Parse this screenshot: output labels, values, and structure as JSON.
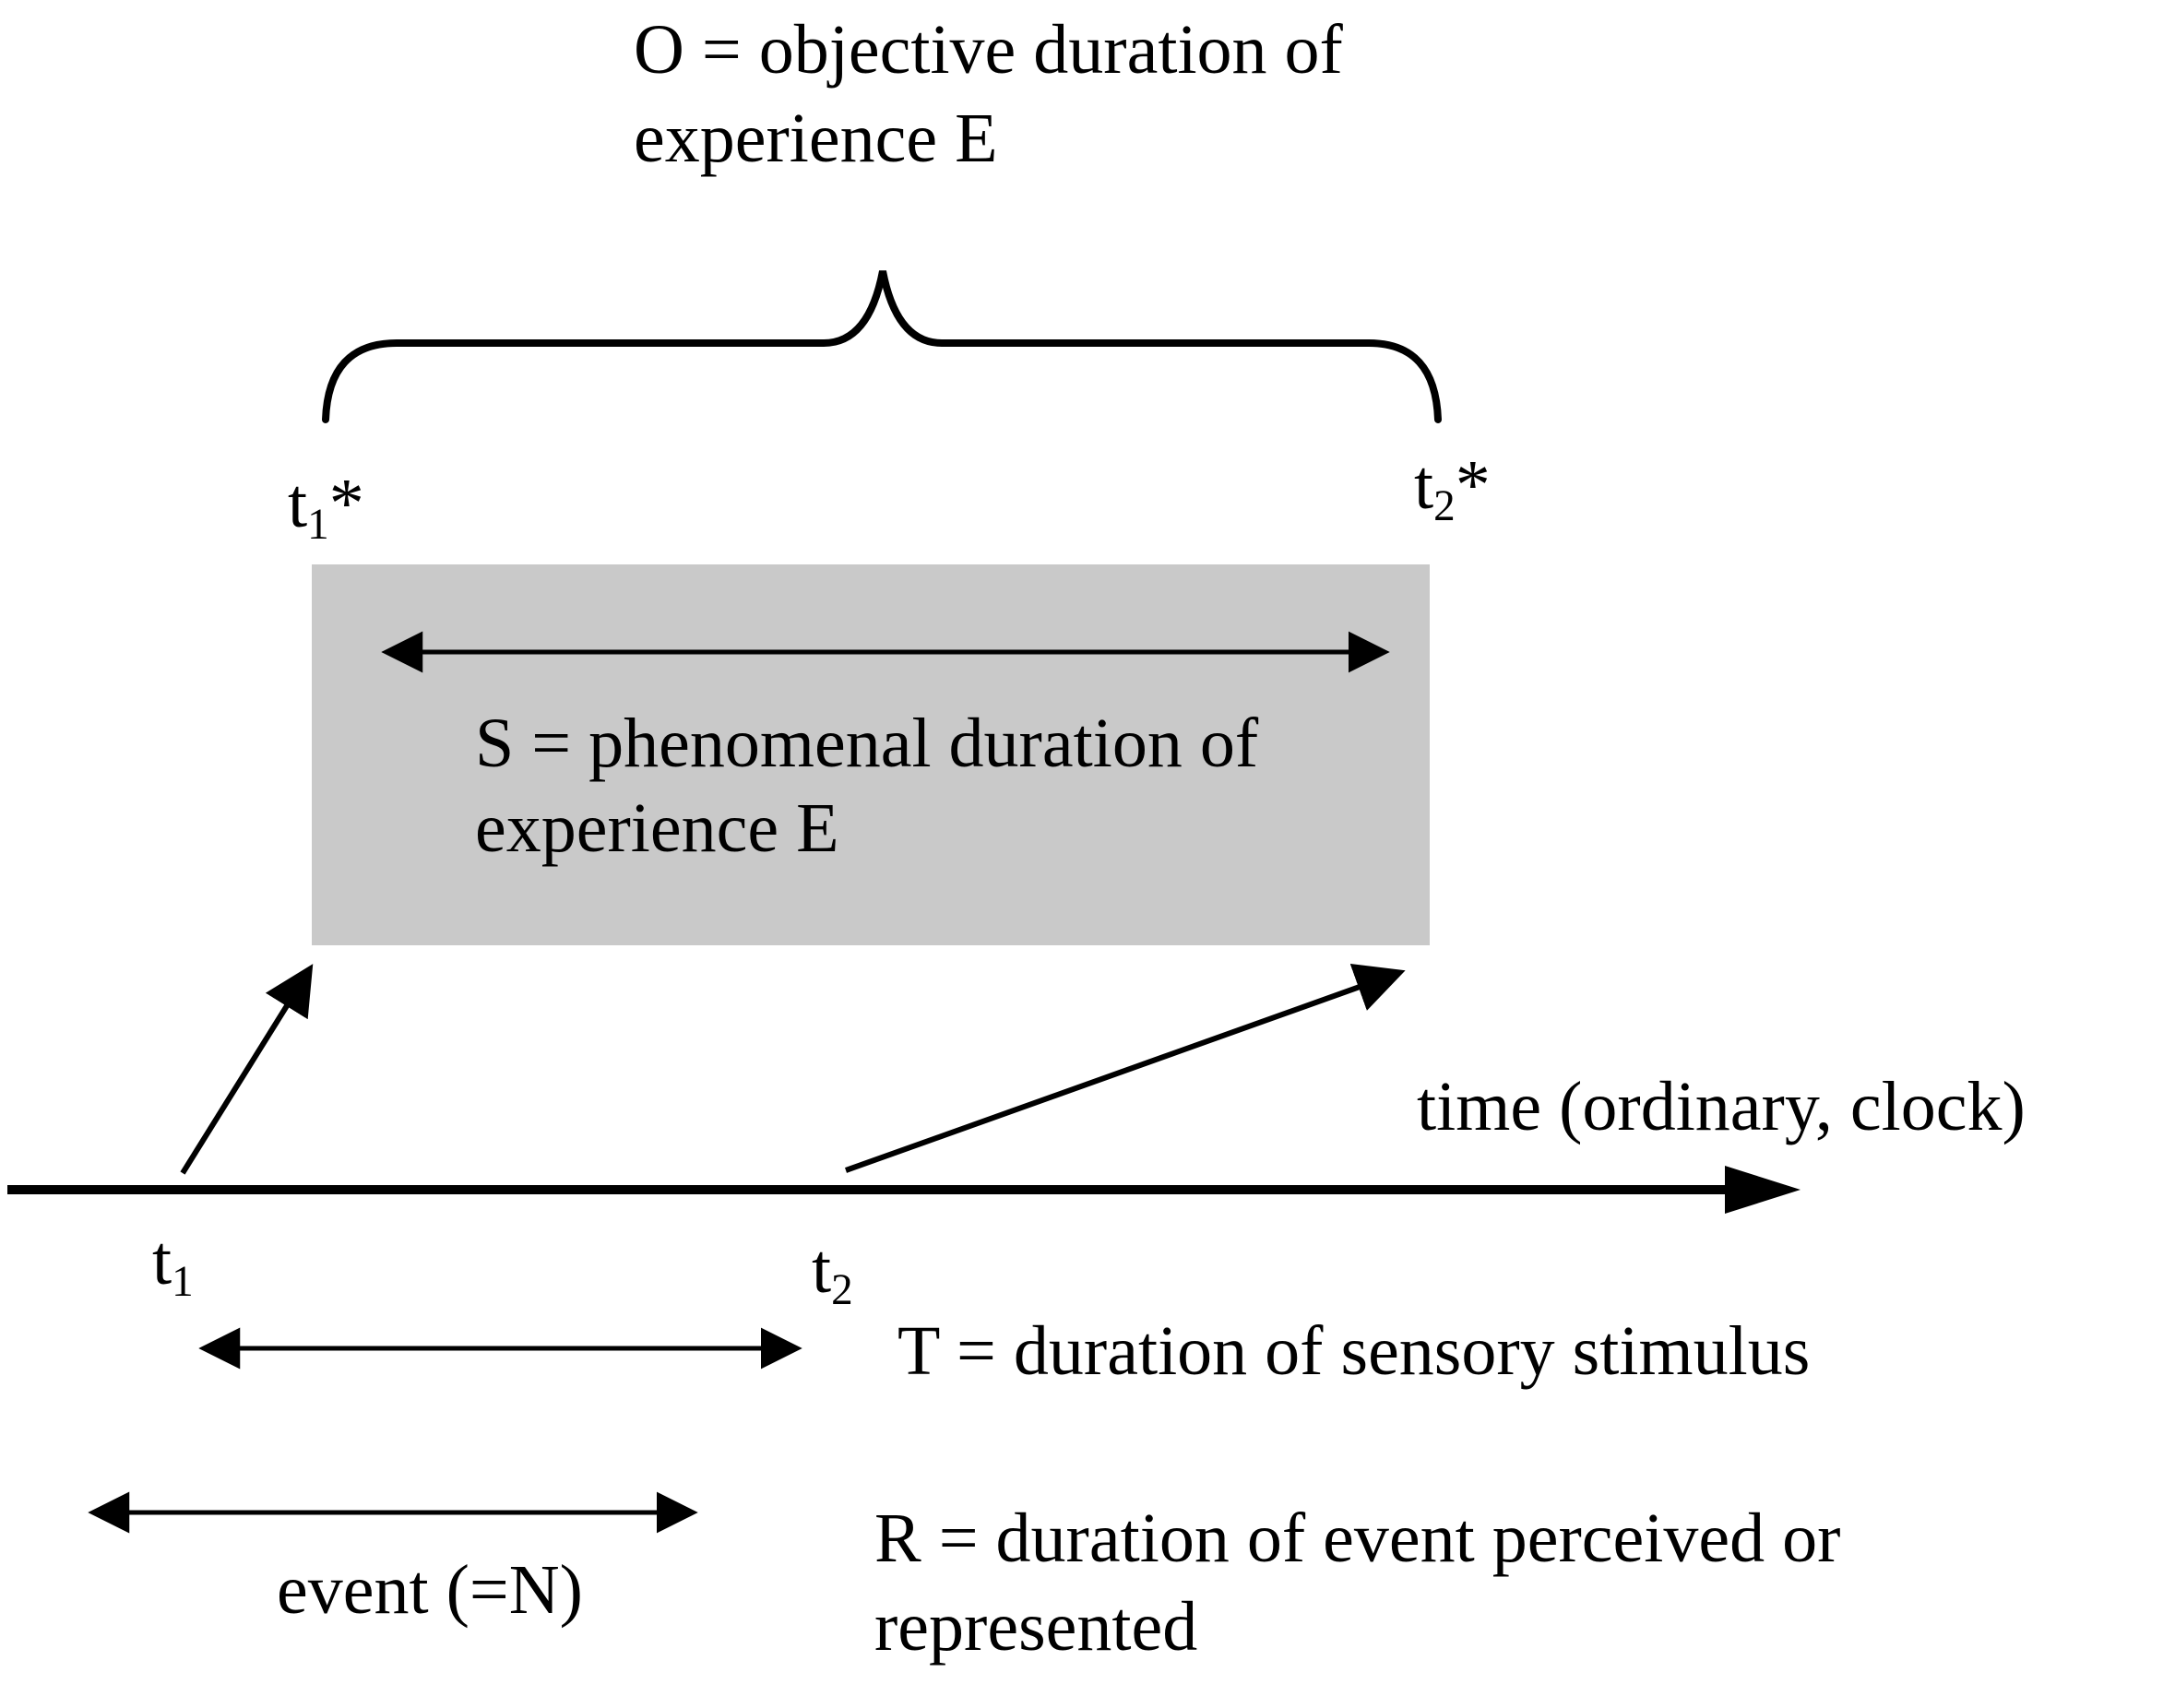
{
  "figure": {
    "objective": {
      "line1": "O = objective duration of",
      "line2": "experience E"
    },
    "phenomenal": {
      "line1": "S = phenomenal duration of",
      "line2": "experience E"
    },
    "time_axis_label": "time (ordinary, clock)",
    "stimulus_label": "T = duration of sensory stimulus",
    "representation": {
      "line1": "R = duration of event perceived or",
      "line2": "represented"
    },
    "event_label": "event (=N)",
    "markers": {
      "t1_star": {
        "base": "t",
        "sub": "1",
        "mark": "*"
      },
      "t2_star": {
        "base": "t",
        "sub": "2",
        "mark": "*"
      },
      "t1": {
        "base": "t",
        "sub": "1"
      },
      "t2": {
        "base": "t",
        "sub": "2"
      }
    }
  },
  "colors": {
    "box_gray": "#c9c9c9",
    "ink": "#000000",
    "background": "#ffffff"
  }
}
